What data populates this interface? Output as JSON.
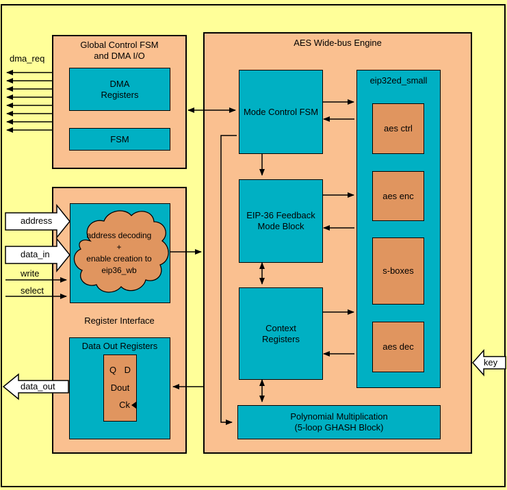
{
  "colors": {
    "background": "#FFFF99",
    "container_fill": "#FAC090",
    "module_fill": "#00B0C3",
    "submodule_fill": "#E0955F",
    "io_arrow_fill": "#FFFFFF",
    "line": "#000000"
  },
  "signals": {
    "dma_req": "dma_req",
    "address": "address",
    "data_in": "data_in",
    "write": "write",
    "select": "select",
    "data_out": "data_out",
    "key": "key"
  },
  "global_block": {
    "title_line1": "Global Control FSM",
    "title_line2": "and DMA I/O",
    "dma_registers_line1": "DMA",
    "dma_registers_line2": "Registers",
    "fsm": "FSM"
  },
  "register_interface": {
    "label": "Register Interface",
    "cloud_line1": "address decoding",
    "cloud_line2": "+",
    "cloud_line3": "enable creation to",
    "cloud_line4": "eip36_wb",
    "data_out_title": "Data Out Registers",
    "ff_q": "Q",
    "ff_d": "D",
    "ff_name": "Dout",
    "ff_clk": "Ck"
  },
  "aes_engine": {
    "title": "AES Wide-bus Engine",
    "mode_control_fsm": "Mode Control FSM",
    "eip36_line1": "EIP-36 Feedback",
    "eip36_line2": "Mode Block",
    "context_line1": "Context",
    "context_line2": "Registers",
    "poly_line1": "Polynomial Multiplication",
    "poly_line2": "(5-loop GHASH Block)",
    "eip32ed": {
      "title": "eip32ed_small",
      "aes_ctrl": "aes ctrl",
      "aes_enc": "aes enc",
      "s_boxes": "s-boxes",
      "aes_dec": "aes dec"
    }
  }
}
